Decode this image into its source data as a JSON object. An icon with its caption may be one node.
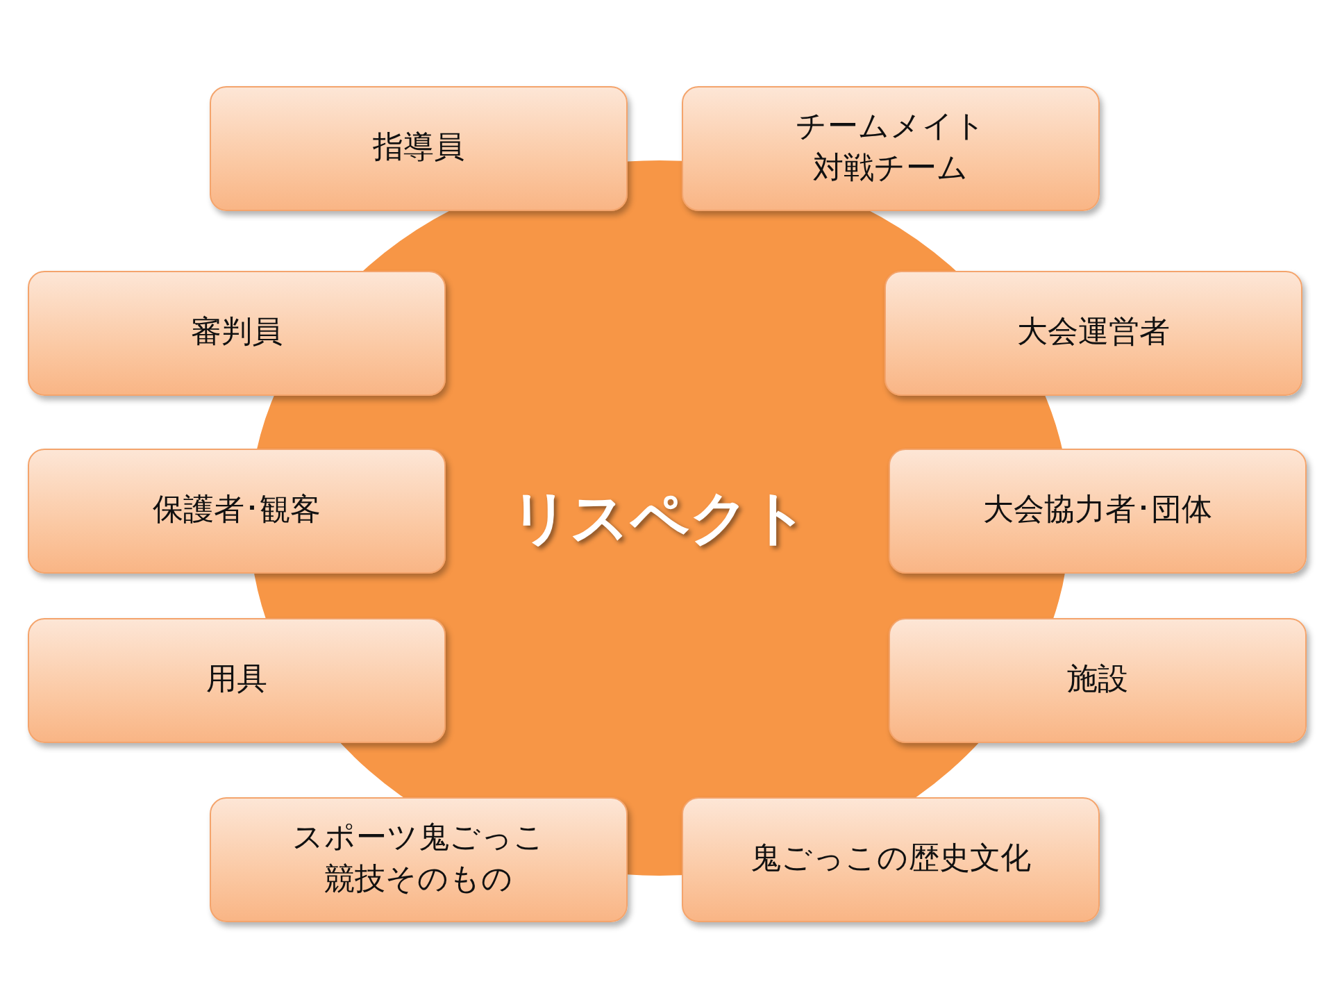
{
  "diagram": {
    "nodes": [
      {
        "text": [
          "リスペクト"
        ]
      },
      {
        "text": [
          "指導員"
        ]
      },
      {
        "text": [
          "チームメイト対戦チーム"
        ]
      },
      {
        "text": [
          "審判員"
        ]
      },
      {
        "text": [
          "大会運営者"
        ]
      },
      {
        "text": [
          "保護者･観客"
        ]
      },
      {
        "text": [
          "大会協力者･団体"
        ]
      },
      {
        "text": [
          "用具"
        ]
      },
      {
        "text": [
          "施設"
        ]
      },
      {
        "text": [
          "スポーツ鬼ごっこ競技そのもの"
        ]
      },
      {
        "text": [
          "鬼ごっこの歴史文化"
        ]
      }
    ]
  }
}
